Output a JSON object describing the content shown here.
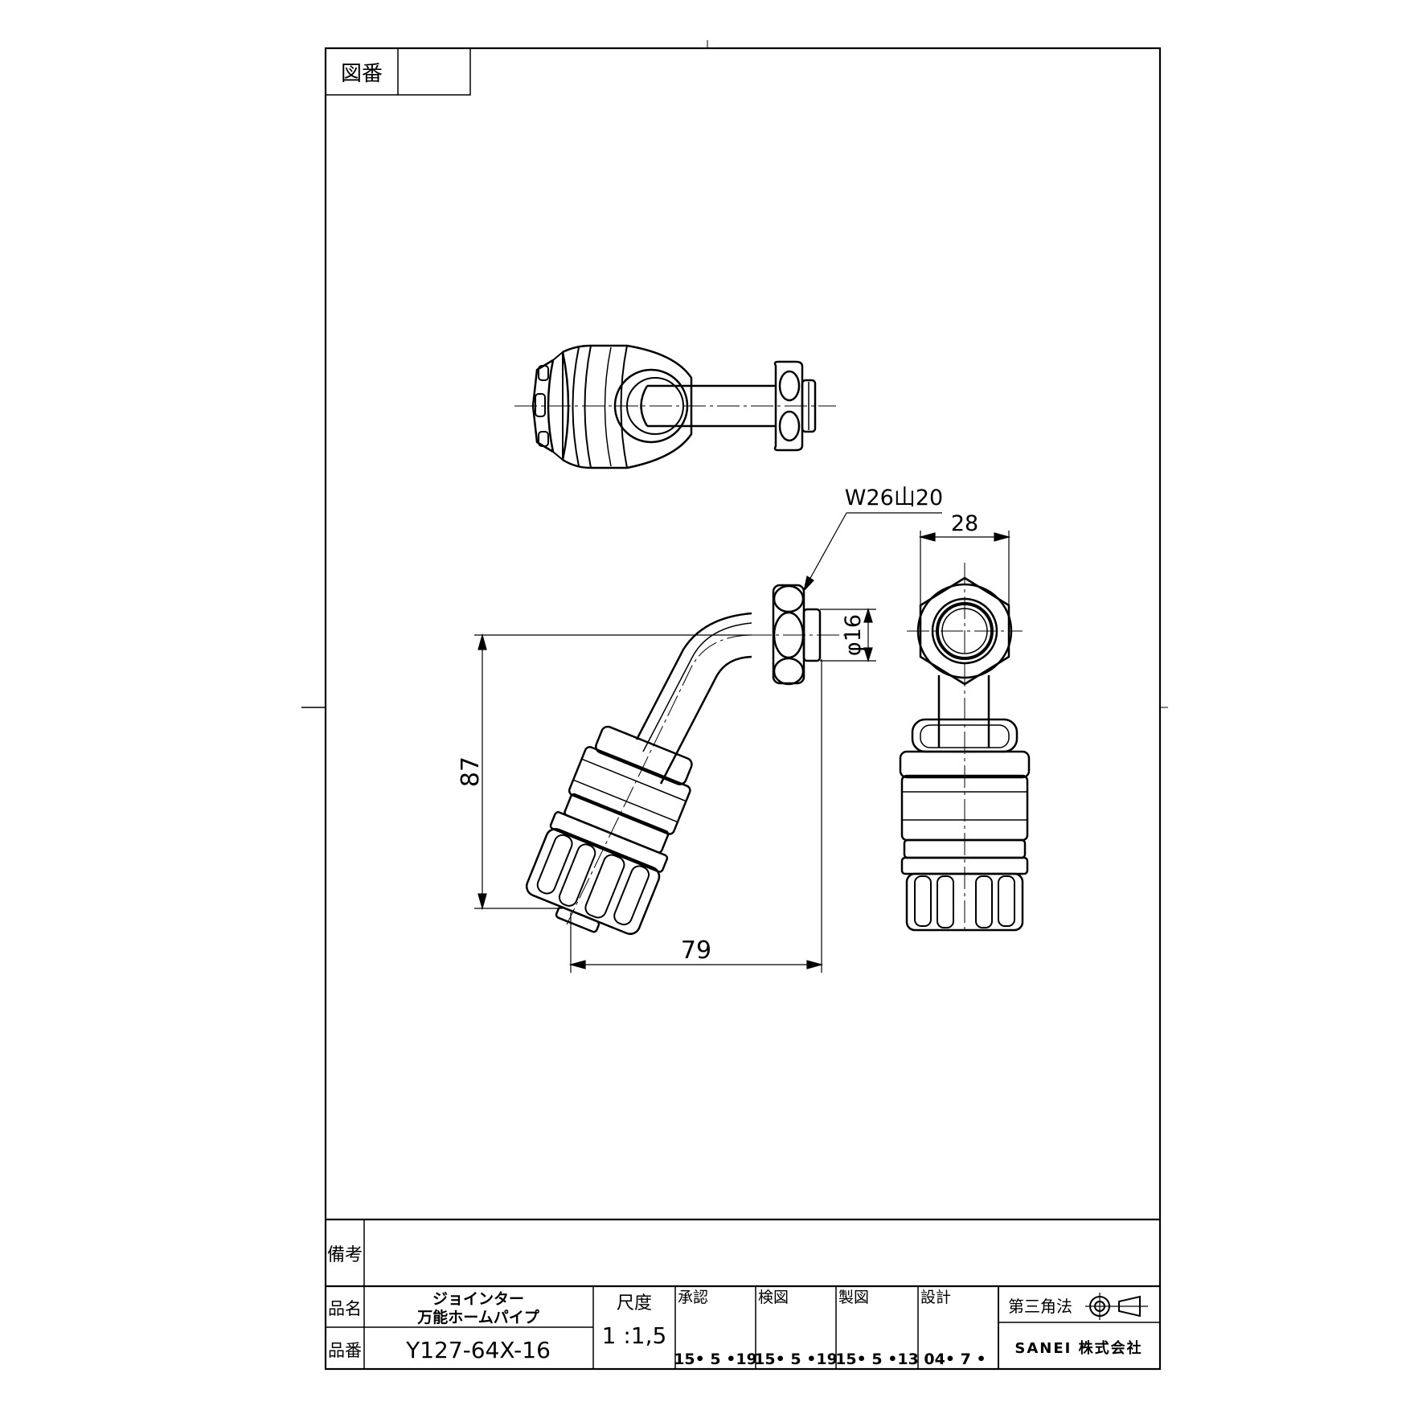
{
  "header": {
    "drawing_no_label": "図番",
    "drawing_no_value": ""
  },
  "dimensions": {
    "thread": "W26山20",
    "width_right": "28",
    "diameter": "φ16",
    "height": "87",
    "width_bottom": "79"
  },
  "notes": {
    "label": "備考",
    "value": ""
  },
  "title_block": {
    "name_label": "品名",
    "name_line1": "ジョインター",
    "name_line2": "万能ホームパイプ",
    "part_label": "品番",
    "part_no": "Y127-64X-16",
    "scale_label": "尺度",
    "scale_value": "1 :1,5",
    "approvals": [
      {
        "label": "承認",
        "date": "15• 5 •19"
      },
      {
        "label": "検図",
        "date": "15• 5 •19"
      },
      {
        "label": "製図",
        "date": "15• 5 •13"
      },
      {
        "label": "設計",
        "date": "04• 7 •"
      }
    ],
    "projection_label": "第三角法",
    "company": "SANEI 株式会社"
  }
}
